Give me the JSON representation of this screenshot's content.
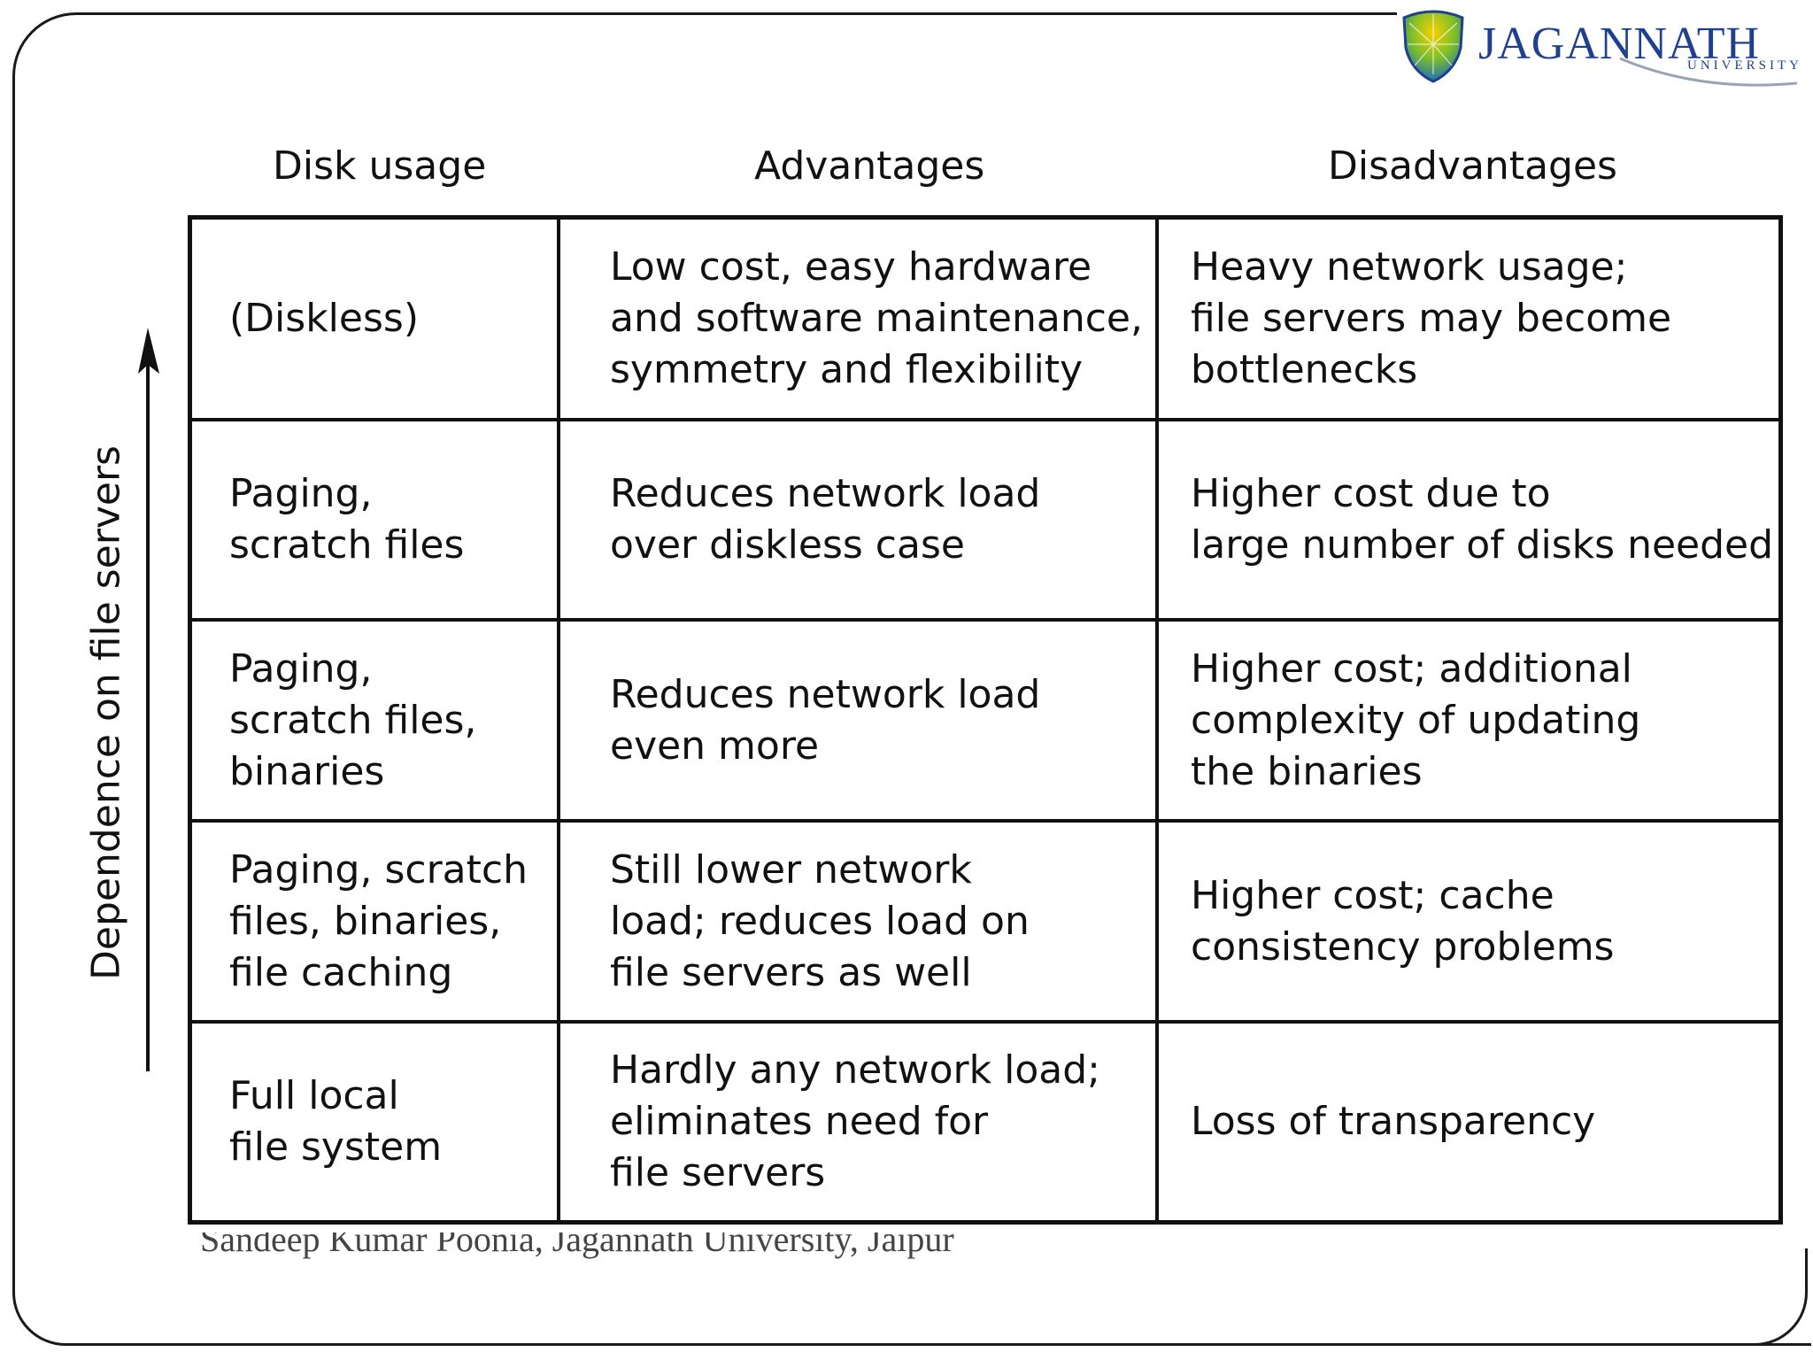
{
  "logo": {
    "name": "JAGANNATH",
    "subtitle": "UNIVERSITY"
  },
  "table": {
    "headers": [
      "Disk usage",
      "Advantages",
      "Disadvantages"
    ],
    "rows": [
      {
        "disk_usage": "(Diskless)",
        "advantages": "Low cost, easy hardware\nand software maintenance,\nsymmetry and flexibility",
        "disadvantages": "Heavy network usage;\nfile servers may become\nbottlenecks"
      },
      {
        "disk_usage": "Paging,\nscratch files",
        "advantages": "Reduces network load\nover diskless case",
        "disadvantages": "Higher cost due to\nlarge number of disks needed"
      },
      {
        "disk_usage": "Paging,\nscratch files,\nbinaries",
        "advantages": "Reduces network load\neven more",
        "disadvantages": "Higher cost; additional\ncomplexity of updating\nthe binaries"
      },
      {
        "disk_usage": "Paging, scratch\nfiles, binaries,\nfile caching",
        "advantages": "Still lower network\nload; reduces load on\nfile servers as well",
        "disadvantages": "Higher cost; cache\nconsistency problems"
      },
      {
        "disk_usage": "Full local\nfile system",
        "advantages": "Hardly any network load;\neliminates need for\nfile servers",
        "disadvantages": "Loss of transparency"
      }
    ]
  },
  "axis": {
    "label": "Dependence on file servers"
  },
  "footer": {
    "text": "Sandeep Kumar Poonia, Jagannath University, Jaipur"
  },
  "colors": {
    "brand_blue": "#1f3f8f",
    "shield_green": "#2e9a3e",
    "shield_yellow": "#f2c500",
    "ink": "#111111"
  }
}
